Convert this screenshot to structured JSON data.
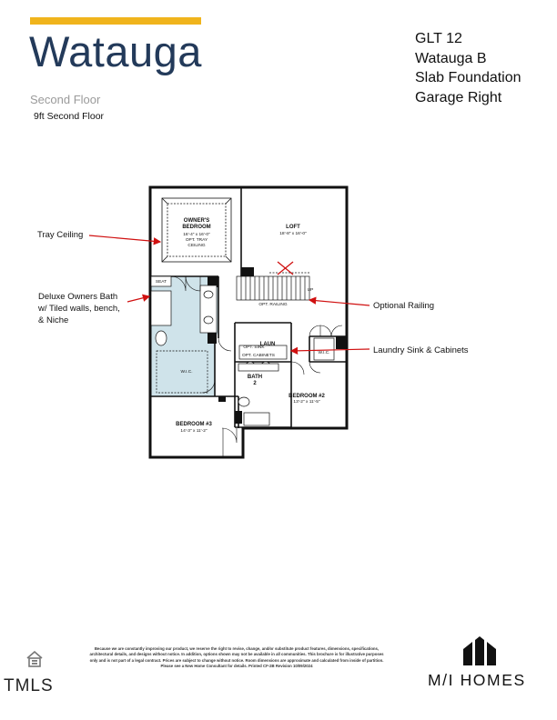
{
  "header": {
    "title": "Watauga",
    "floor": "Second Floor",
    "note": "9ft Second Floor"
  },
  "lot_info": [
    "GLT 12",
    "Watauga B",
    "Slab Foundation",
    "Garage Right"
  ],
  "colors": {
    "accent": "#f0b41c",
    "title": "#233a5a",
    "callout_arrow": "#d01010",
    "bath_fill": "#cfe3ea"
  },
  "callouts": {
    "tray_ceiling": "Tray Ceiling",
    "owners_bath": [
      "Deluxe Owners Bath",
      "w/ Tiled walls, bench,",
      "& Niche"
    ],
    "optional_railing": "Optional Railing",
    "laundry": "Laundry Sink & Cabinets"
  },
  "plan": {
    "owners_bedroom": [
      "OWNER'S",
      "BEDROOM",
      "16'-4\" x 16'-0\"",
      "OPT. TRAY",
      "CEILING"
    ],
    "loft": [
      "LOFT",
      "18'-8\" x 16'-0\""
    ],
    "opt_railing": "OPT. RAILING",
    "laun": "LAUN",
    "opt_sink": "OPT. SINK",
    "opt_cabinets": "OPT. CABINETS",
    "bath2": [
      "BATH",
      "2"
    ],
    "bedroom2": [
      "BEDROOM #2",
      "13'-2\" x 11'-5\""
    ],
    "bedroom3": [
      "BEDROOM #3",
      "14'-3\" x 11'-2\""
    ],
    "wic": "W.I.C.",
    "seat": "SEAT",
    "up": "UP"
  },
  "footer": {
    "disclaimer": "Because we are constantly improving our product, we reserve the right to revise, change, and/or substitute product features, dimensions, specifications, architectural details, and designs without notice. In addition, options shown may not be available in all communities. This brochure is for illustrative purposes only and is not part of a legal contract. Prices are subject to change without notice. Room dimensions are approximate and calculated from inside of partition. Please see a New Home Consultant for details. Printed CF-2B Revision 10/09/2024",
    "mls": "TMLS",
    "brand": "M/I HOMES"
  },
  "icons": [
    "equal-housing-icon",
    "mi-homes-logo-icon",
    "arrow-icon"
  ]
}
